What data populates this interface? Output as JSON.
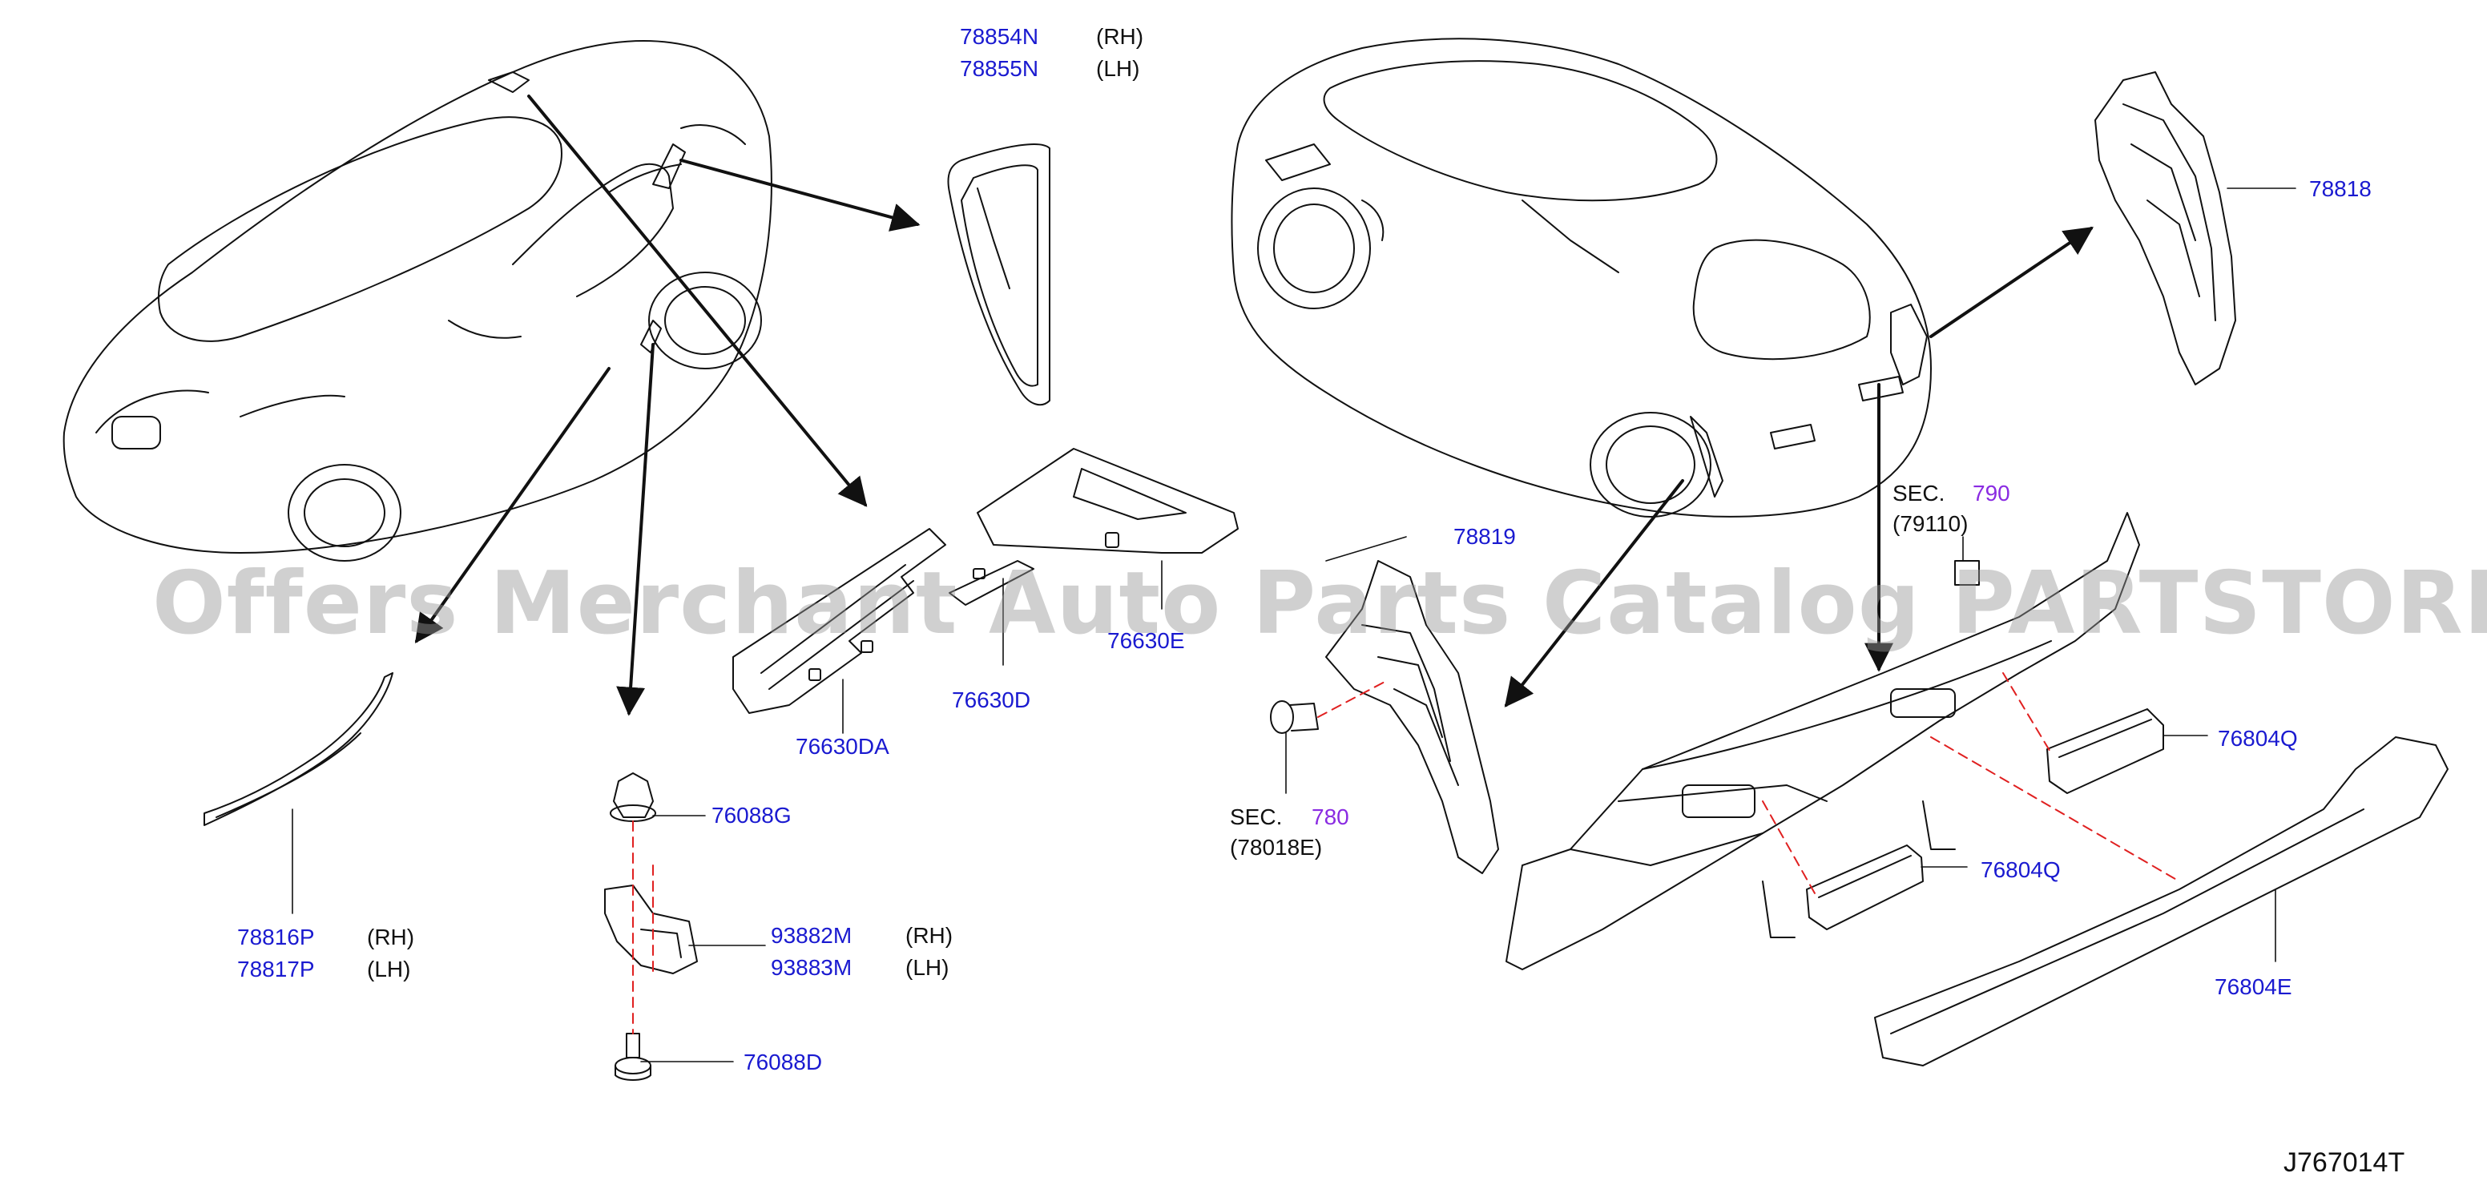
{
  "diagram_code": "J767014T",
  "watermark": "Offers Merchant Auto Parts Catalog PARTSTORE.SA",
  "labels": {
    "p78854N": "78854N",
    "p78855N": "78855N",
    "rh1": "(RH)",
    "lh1": "(LH)",
    "p78818": "78818",
    "p78819": "78819",
    "p76630E": "76630E",
    "p76630D": "76630D",
    "p76630DA": "76630DA",
    "sec790_prefix": "SEC.",
    "sec790_num": "790",
    "sec790_ref": "(79110)",
    "p76804Q_a": "76804Q",
    "p76804Q_b": "76804Q",
    "p76804E": "76804E",
    "sec780_prefix": "SEC.",
    "sec780_num": "780",
    "sec780_ref": "(78018E)",
    "p76088G": "76088G",
    "p93882M": "93882M",
    "p93883M": "93883M",
    "rh2": "(RH)",
    "lh2": "(LH)",
    "p76088D": "76088D",
    "p78816P": "78816P",
    "p78817P": "78817P",
    "rh3": "(RH)",
    "lh3": "(LH)"
  },
  "colors": {
    "part_number": "#1a1ad0",
    "section_number": "#8a2be2",
    "text": "#111111",
    "line": "#111111",
    "dashed_link": "#e02020",
    "watermark": "#969696"
  }
}
